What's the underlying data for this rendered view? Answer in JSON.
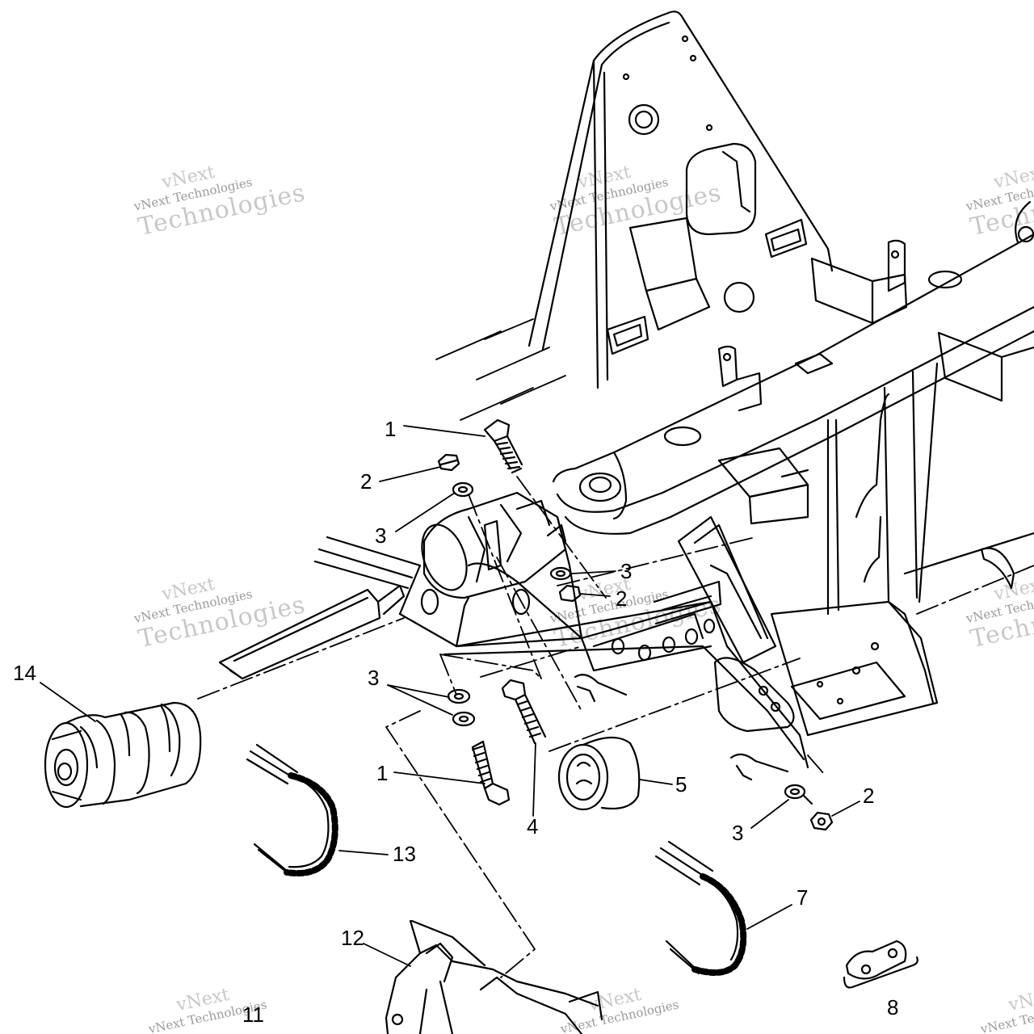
{
  "watermark": {
    "brand": "vNext",
    "company": "vNext Technologies",
    "word": "Technologies"
  },
  "callouts": [
    {
      "id": "c1a",
      "label": "1"
    },
    {
      "id": "c2a",
      "label": "2"
    },
    {
      "id": "c3a",
      "label": "3"
    },
    {
      "id": "c3b",
      "label": "3"
    },
    {
      "id": "c2b",
      "label": "2"
    },
    {
      "id": "c14",
      "label": "14"
    },
    {
      "id": "c3c",
      "label": "3"
    },
    {
      "id": "c1b",
      "label": "1"
    },
    {
      "id": "c4",
      "label": "4"
    },
    {
      "id": "c5",
      "label": "5"
    },
    {
      "id": "c2c",
      "label": "2"
    },
    {
      "id": "c3d",
      "label": "3"
    },
    {
      "id": "c13",
      "label": "13"
    },
    {
      "id": "c7",
      "label": "7"
    },
    {
      "id": "c12",
      "label": "12"
    },
    {
      "id": "c8",
      "label": "8"
    },
    {
      "id": "c11",
      "label": "11"
    }
  ],
  "colors": {
    "ink": "#000000",
    "paper": "#ffffff",
    "watermark": "#c8c8c8"
  }
}
